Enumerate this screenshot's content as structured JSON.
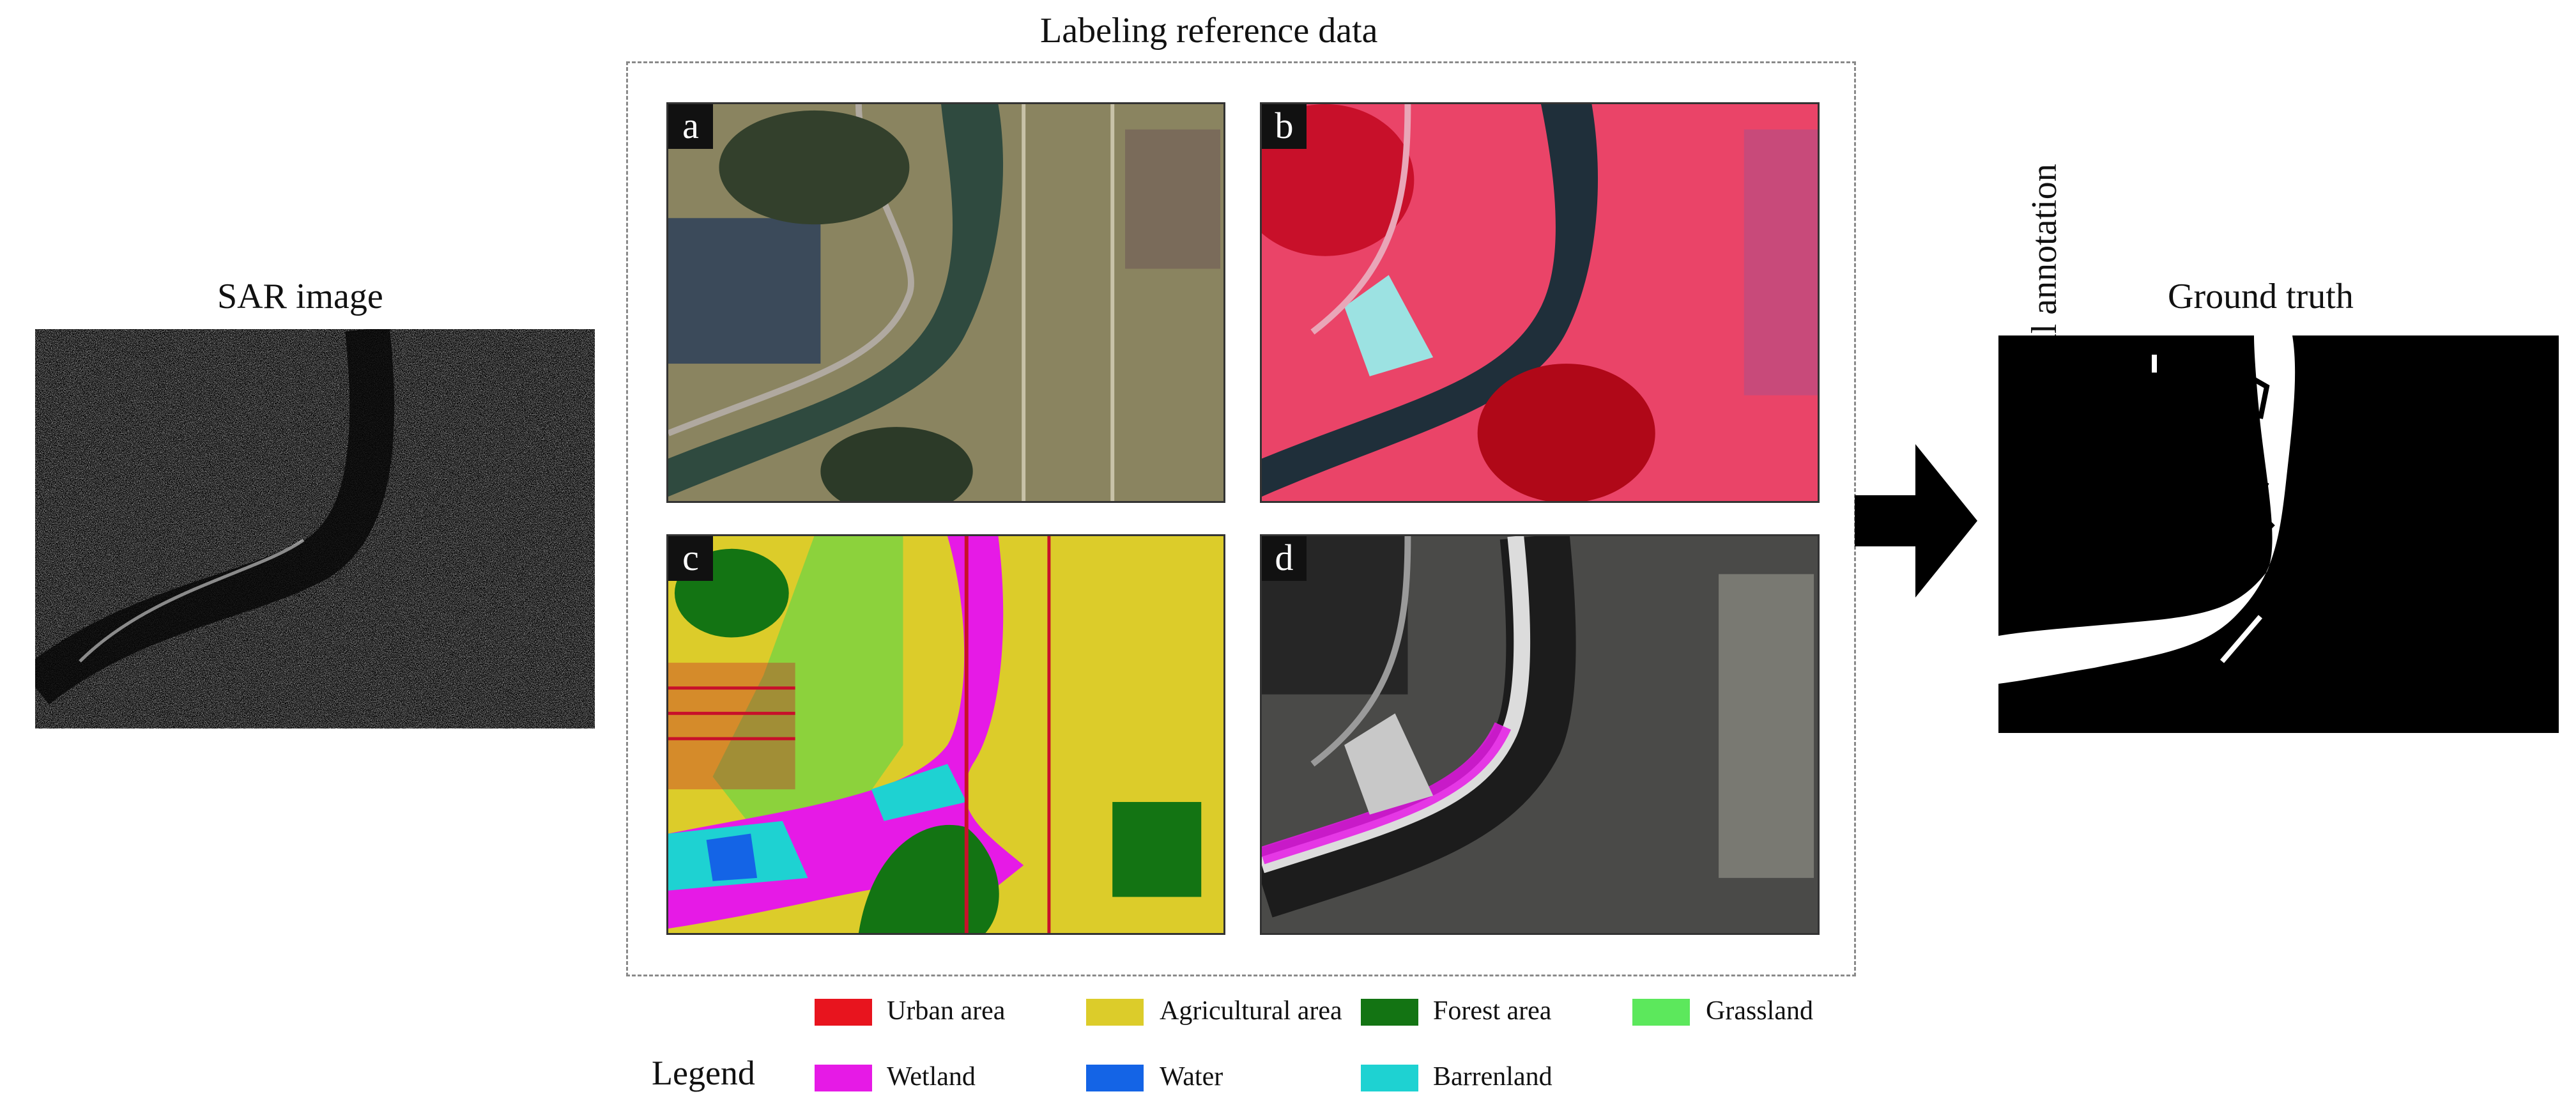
{
  "titles": {
    "sar": "SAR image",
    "reference": "Labeling reference data",
    "ground_truth": "Ground truth",
    "arrow": "Manual annotation"
  },
  "panels": {
    "a": "a",
    "b": "b",
    "c": "c",
    "d": "d"
  },
  "legend": {
    "title": "Legend",
    "items": [
      {
        "label": "Urban area",
        "color": "#e8141e"
      },
      {
        "label": "Agricultural area",
        "color": "#dccc2a"
      },
      {
        "label": "Forest area",
        "color": "#137413"
      },
      {
        "label": "Grassland",
        "color": "#5ce85c"
      },
      {
        "label": "Wetland",
        "color": "#e61ae6"
      },
      {
        "label": "Water",
        "color": "#1464e6"
      },
      {
        "label": "Barrenland",
        "color": "#1ed2d2"
      }
    ]
  }
}
